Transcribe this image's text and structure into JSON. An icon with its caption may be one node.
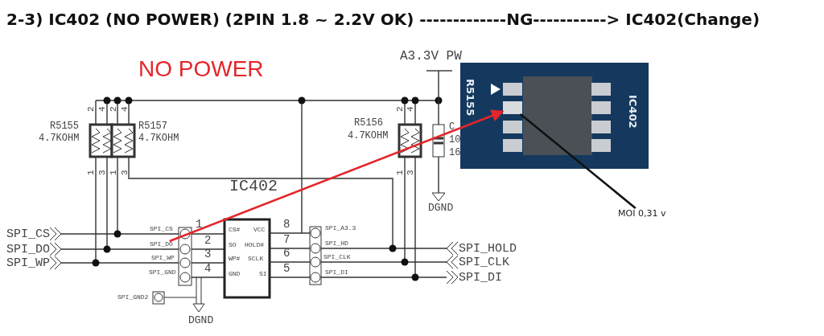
{
  "diagram": {
    "title": "2-3) IC402 (NO POWER) (2PIN 1.8 ~ 2.2V OK) -------------NG-----------> IC402(Change)",
    "nodes": [
      {
        "text": [
          "SPI_DO"
        ]
      },
      {
        "text": [
          "R5155",
          "IC402"
        ]
      },
      {
        "text": [],
        "shape": "box",
        "in": 1
      },
      {
        "text": [
          "MOI 0,31 v"
        ]
      }
    ],
    "edges": [
      {
        "from": 0,
        "to": 2,
        "arrow": "to",
        "color": "#e3262b"
      },
      {
        "from": 3,
        "to": 2,
        "arrow": "none",
        "color": "#111111"
      }
    ],
    "labels": [
      "NO POWER",
      "A3.3V PW",
      "2",
      "4",
      "2",
      "4",
      "2",
      "4",
      "R5155",
      "4.7KOHM",
      "R5157",
      "4.7KOHM",
      "R5156",
      "4.7KOHM",
      "C",
      "10",
      "16",
      "1",
      "3",
      "1",
      "3",
      "1",
      "3",
      "DGND",
      "IC402",
      "SPI_CS",
      "SPI_DO",
      "SPI_WP",
      "SPI_CS",
      "SPI_WP",
      "SPI_GND",
      "1",
      "2",
      "3",
      "4",
      "CS#",
      "VCC",
      "SO",
      "HOLD#",
      "WP#",
      "SCLK",
      "GND",
      "SI",
      "8",
      "7",
      "6",
      "5",
      "SPI_A3.3",
      "SPI_HD",
      "SPI_CLK",
      "SPI_DI",
      "SPI_HOLD",
      "SPI_CLK",
      "SPI_DI",
      "SPI_GND2",
      "DGND"
    ]
  }
}
